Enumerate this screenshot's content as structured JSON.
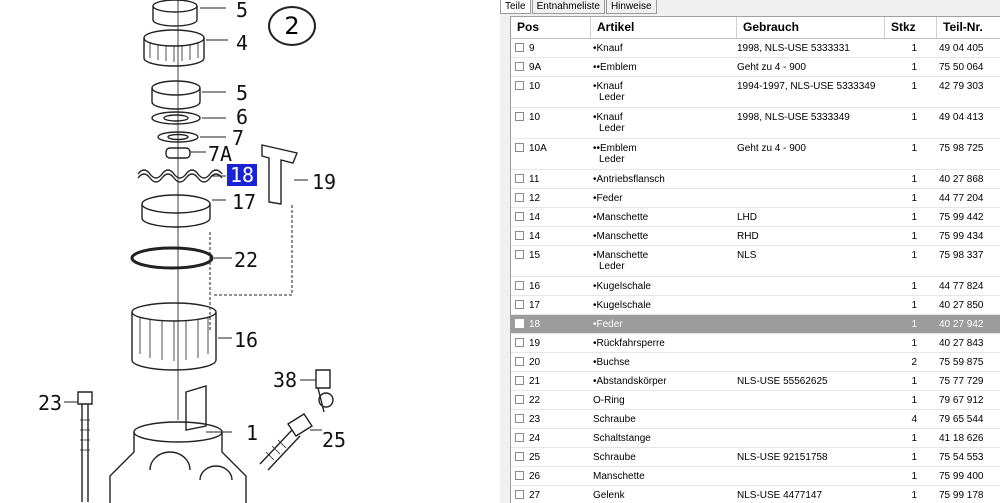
{
  "diagram": {
    "sheet_number": "2",
    "callouts": [
      "5",
      "4",
      "5",
      "6",
      "7",
      "7A",
      "18",
      "19",
      "17",
      "22",
      "16",
      "38",
      "23",
      "1",
      "25"
    ],
    "highlighted_callout": "18"
  },
  "tabs": [
    "Teile",
    "Entnahmeliste",
    "Hinweise"
  ],
  "columns": [
    "Pos",
    "Artikel",
    "Gebrauch",
    "Stkz",
    "Teil-Nr."
  ],
  "rows": [
    {
      "pos": "9",
      "artikel": "•Knauf",
      "artikel2": "",
      "gebrauch": "1998, NLS-USE 5333331",
      "stkz": "1",
      "teil": "49 04 405"
    },
    {
      "pos": "9A",
      "artikel": "••Emblem",
      "artikel2": "",
      "gebrauch": "Geht zu 4 - 900",
      "stkz": "1",
      "teil": "75 50 064"
    },
    {
      "pos": "10",
      "artikel": "•Knauf",
      "artikel2": "Leder",
      "gebrauch": "1994-1997, NLS-USE 5333349",
      "stkz": "1",
      "teil": "42 79 303"
    },
    {
      "pos": "10",
      "artikel": "•Knauf",
      "artikel2": "Leder",
      "gebrauch": "1998, NLS-USE 5333349",
      "stkz": "1",
      "teil": "49 04 413"
    },
    {
      "pos": "10A",
      "artikel": "••Emblem",
      "artikel2": "Leder",
      "gebrauch": "Geht zu 4 - 900",
      "stkz": "1",
      "teil": "75 98 725"
    },
    {
      "pos": "11",
      "artikel": "•Antriebsflansch",
      "artikel2": "",
      "gebrauch": "",
      "stkz": "1",
      "teil": "40 27 868"
    },
    {
      "pos": "12",
      "artikel": "•Feder",
      "artikel2": "",
      "gebrauch": "",
      "stkz": "1",
      "teil": "44 77 204"
    },
    {
      "pos": "14",
      "artikel": "•Manschette",
      "artikel2": "",
      "gebrauch": "LHD",
      "stkz": "1",
      "teil": "75 99 442"
    },
    {
      "pos": "14",
      "artikel": "•Manschette",
      "artikel2": "",
      "gebrauch": "RHD",
      "stkz": "1",
      "teil": "75 99 434"
    },
    {
      "pos": "15",
      "artikel": "•Manschette",
      "artikel2": "Leder",
      "gebrauch": "NLS",
      "stkz": "1",
      "teil": "75 98 337"
    },
    {
      "pos": "16",
      "artikel": "•Kugelschale",
      "artikel2": "",
      "gebrauch": "",
      "stkz": "1",
      "teil": "44 77 824"
    },
    {
      "pos": "17",
      "artikel": "•Kugelschale",
      "artikel2": "",
      "gebrauch": "",
      "stkz": "1",
      "teil": "40 27 850"
    },
    {
      "pos": "18",
      "artikel": "•Feder",
      "artikel2": "",
      "gebrauch": "",
      "stkz": "1",
      "teil": "40 27 942",
      "selected": true
    },
    {
      "pos": "19",
      "artikel": "•Rückfahrsperre",
      "artikel2": "",
      "gebrauch": "",
      "stkz": "1",
      "teil": "40 27 843"
    },
    {
      "pos": "20",
      "artikel": "•Buchse",
      "artikel2": "",
      "gebrauch": "",
      "stkz": "2",
      "teil": "75 59 875"
    },
    {
      "pos": "21",
      "artikel": "•Abstandskörper",
      "artikel2": "",
      "gebrauch": "NLS-USE 55562625",
      "stkz": "1",
      "teil": "75 77 729"
    },
    {
      "pos": "22",
      "artikel": "O-Ring",
      "artikel2": "",
      "gebrauch": "",
      "stkz": "1",
      "teil": "79 67 912"
    },
    {
      "pos": "23",
      "artikel": "Schraube",
      "artikel2": "",
      "gebrauch": "",
      "stkz": "4",
      "teil": "79 65 544"
    },
    {
      "pos": "24",
      "artikel": "Schaltstange",
      "artikel2": "",
      "gebrauch": "",
      "stkz": "1",
      "teil": "41 18 626"
    },
    {
      "pos": "25",
      "artikel": "Schraube",
      "artikel2": "",
      "gebrauch": "NLS-USE 92151758",
      "stkz": "1",
      "teil": "75 54 553"
    },
    {
      "pos": "26",
      "artikel": "Manschette",
      "artikel2": "",
      "gebrauch": "",
      "stkz": "1",
      "teil": "75 99 400"
    },
    {
      "pos": "27",
      "artikel": "Gelenk",
      "artikel2": "",
      "gebrauch": "NLS-USE 4477147",
      "stkz": "1",
      "teil": "75 99 178"
    }
  ],
  "colors": {
    "highlight": "#1a22d6",
    "selected_row": "#9c9c9c"
  }
}
